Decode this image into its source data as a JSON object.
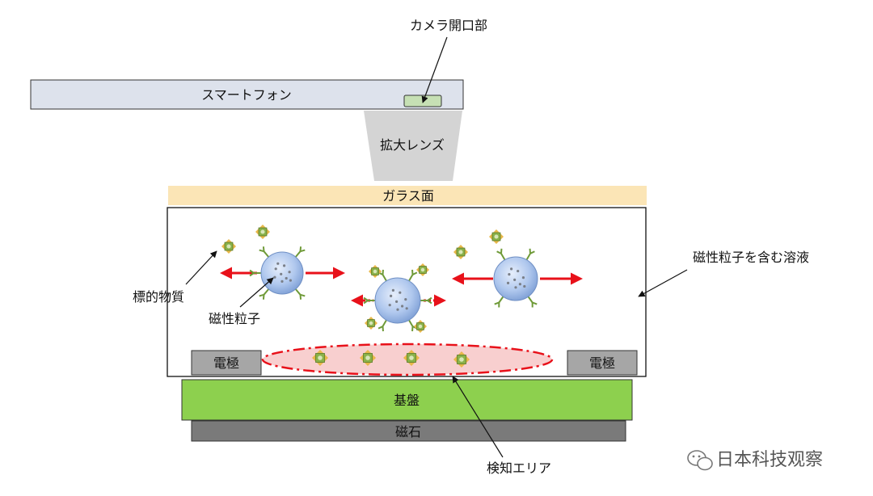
{
  "labels": {
    "camera_opening": "カメラ開口部",
    "smartphone": "スマートフォン",
    "magnifying_lens": "拡大レンズ",
    "glass_surface": "ガラス面",
    "target_substance": "標的物質",
    "magnetic_particle": "磁性粒子",
    "solution_with_particles": "磁性粒子を含む溶液",
    "electrode_left": "電極",
    "electrode_right": "電極",
    "substrate": "基盤",
    "magnet": "磁石",
    "detection_area": "検知エリア"
  },
  "watermark": "日本科技观察",
  "colors": {
    "smartphone": "#dde2ec",
    "camera": "#c6e0b4",
    "lens": "#d4d4d4",
    "glass": "#fbe5b6",
    "substrate": "#8dd04e",
    "magnet": "#7a7a7a",
    "electrode": "#a6a6a6",
    "arrow": "#e8111a",
    "particle": "#a9c4ec",
    "target": "#8ab24a",
    "target_border": "#e8b84a"
  }
}
